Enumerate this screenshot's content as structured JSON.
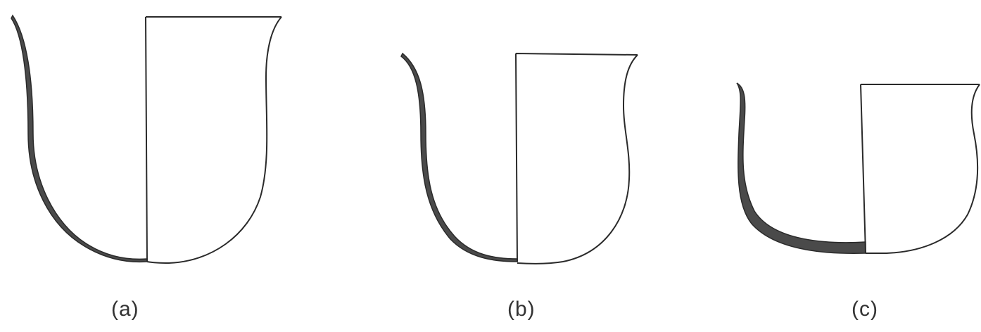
{
  "figure": {
    "vessels": [
      {
        "id": "a",
        "label": "(a)"
      },
      {
        "id": "b",
        "label": "(b)"
      },
      {
        "id": "c",
        "label": "(c)"
      }
    ],
    "colors": {
      "outline": "#2a2a2a",
      "section_fill": "#4a4a4a",
      "background": "#ffffff",
      "label": "#333333"
    }
  }
}
